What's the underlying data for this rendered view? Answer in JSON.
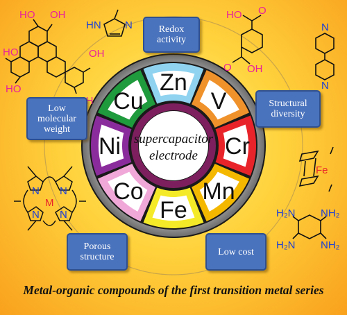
{
  "center_label": [
    "supercapacitor",
    "electrode"
  ],
  "metals": [
    "Zn",
    "V",
    "Cr",
    "Mn",
    "Fe",
    "Co",
    "Ni",
    "Cu"
  ],
  "properties": {
    "redox": [
      "Redox",
      "activity"
    ],
    "low_mw": [
      "Low",
      "molecular",
      "weight"
    ],
    "structural": [
      "Structural",
      "diversity"
    ],
    "porous": [
      "Porous",
      "structure"
    ],
    "low_cost": "Low cost"
  },
  "title": "Metal-organic compounds of the first transition metal series",
  "molecules": {
    "hexahydroxy_oh": "OH",
    "hexahydroxy_ho": "HO",
    "imidazole_hn": "HN",
    "imidazole_n": "N",
    "terephthalic_ho": "HO",
    "terephthalic_oh": "OH",
    "terephthalic_o": "O",
    "bipyridine_n": "N",
    "ferrocene_fe": "Fe",
    "porphyrin_n": "N",
    "porphyrin_m": "M",
    "tetraamine_h2n": "H₂N",
    "tetraamine_nh2": "NH₂"
  },
  "colors": {
    "segments": [
      "#8fd3f0",
      "#f0922b",
      "#e8242a",
      "#f5b800",
      "#f5ea28",
      "#f0a8d8",
      "#8b2c9c",
      "#1f9a3c"
    ],
    "center_ring": "#7d1f5e",
    "box_fill": "#4a73bd",
    "molecule_text_pink": "#e8209b",
    "molecule_text_blue": "#1b3fd6"
  }
}
